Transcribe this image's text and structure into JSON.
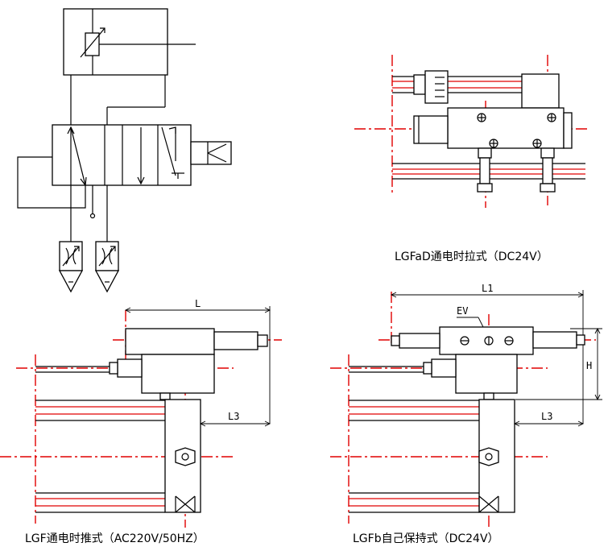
{
  "captions": {
    "top_right": "LGFaD通电时拉式（DC24V）",
    "bottom_left": "LGF通电时推式（AC220V/50HZ）",
    "bottom_right": "LGFb自己保持式（DC24V）"
  },
  "dimensions": {
    "L": "L",
    "L1": "L1",
    "L3_left": "L3",
    "L3_right": "L3",
    "H": "H",
    "EV": "EV"
  },
  "colors": {
    "line": "#000000",
    "center_line": "#e00000"
  }
}
